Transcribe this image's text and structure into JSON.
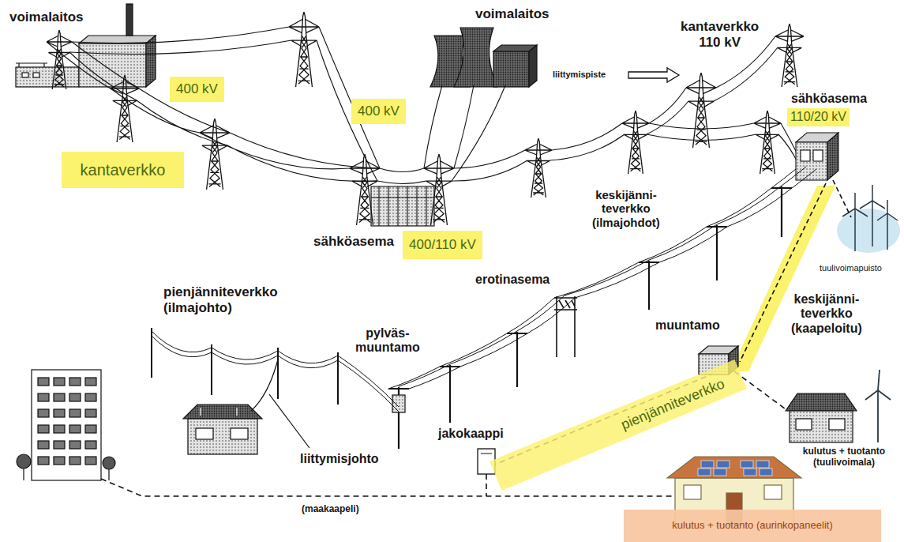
{
  "diagram": {
    "nodes": [
      {
        "text": [
          "400 kV"
        ]
      },
      {
        "text": [
          "400 kV"
        ]
      },
      {
        "text": [
          "110/20 kV"
        ]
      },
      {
        "text": [
          "kantaverkko"
        ]
      },
      {
        "text": [
          "400/110 kV"
        ]
      },
      {
        "text": [
          "pienjänniteverkko"
        ]
      },
      {
        "text": [
          "kulutus + tuotanto (aurinkopaneelit)"
        ]
      }
    ],
    "labels": [
      "voimalaitos",
      "voimalaitos",
      "kantaverkko 110 kV",
      "liittymispiste",
      "sähköasema",
      "sähköasema",
      "keskijänni- teverkko (ilmajohdot)",
      "tuulivoimapuisto",
      "erotinasema",
      "pienjänniteverkko (ilmajohto)",
      "pylväs- muuntamo",
      "muuntamo",
      "keskijänni- teverkko (kaapeloitu)",
      "kulutus + tuotanto (tuulivoimala)",
      "jakokaappi",
      "liittymisjohto",
      "(maakaapeli)"
    ]
  }
}
